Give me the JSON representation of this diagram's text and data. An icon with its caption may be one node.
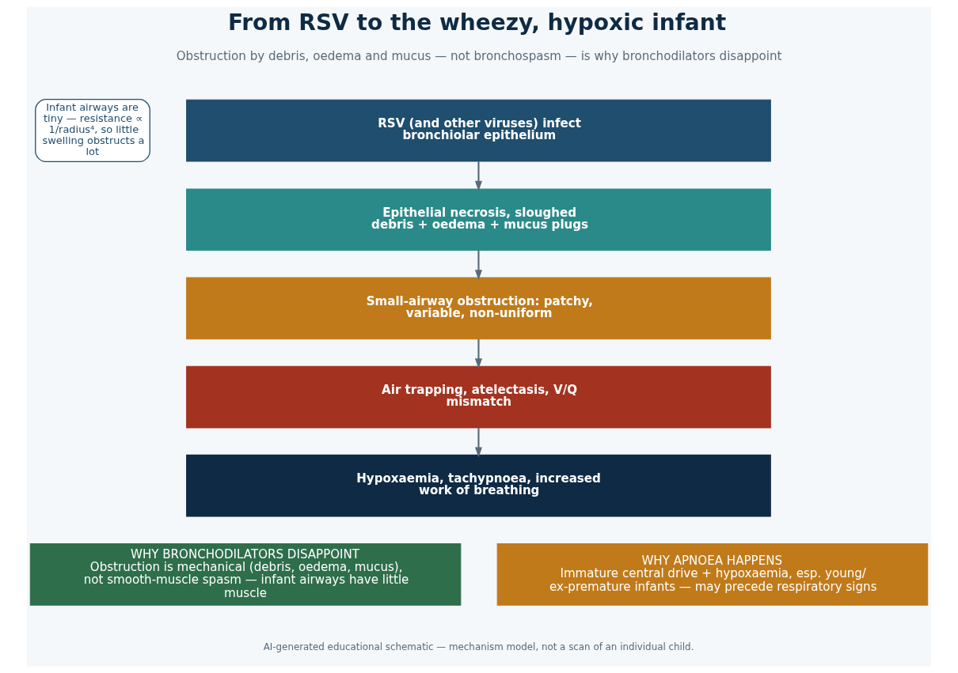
{
  "diagram": {
    "title": "From RSV to the wheezy, hypoxic infant",
    "caption": "AI-generated educational schematic — mechanism model, not a scan of an individual child.",
    "nodes": [
      {
        "text": [
          "Infant airways are tiny — resistance ∝ 1/radius⁴, so little swelling obstructs a lot"
        ]
      },
      {
        "text": [
          "RSV (and other viruses) infect bronchiolar epithelium"
        ]
      },
      {
        "text": [
          "Epithelial necrosis, sloughed debris + oedema + mucus plugs"
        ]
      },
      {
        "text": [
          "Small-airway obstruction: patchy, variable, non-uniform"
        ]
      },
      {
        "text": [
          "Air trapping, atelectasis, V/Q mismatch"
        ]
      },
      {
        "text": [
          "Hypoxaemia, tachypnoea, increased work of breathing"
        ]
      },
      {
        "text": [
          "WHY BRONCHODILATORS DISAPPOINT",
          "Obstruction is mechanical (debris, oedema, mucus), not smooth-muscle spasm — infant airways have little muscle"
        ]
      },
      {
        "text": [
          "WHY APNOEA HAPPENS",
          "Immature central drive + hypoxaemia, esp. young/ ex-premature infants — may precede respiratory signs"
        ]
      }
    ],
    "edges": [
      {
        "from": 1,
        "to": 2,
        "arrow": "to"
      },
      {
        "from": 2,
        "to": 3,
        "arrow": "to"
      },
      {
        "from": 3,
        "to": 4,
        "arrow": "to"
      },
      {
        "from": 4,
        "to": 5,
        "arrow": "to"
      }
    ],
    "labels": [
      "Obstruction by debris, oedema and mucus — not bronchospasm — is why bronchodilators disappoint"
    ]
  }
}
